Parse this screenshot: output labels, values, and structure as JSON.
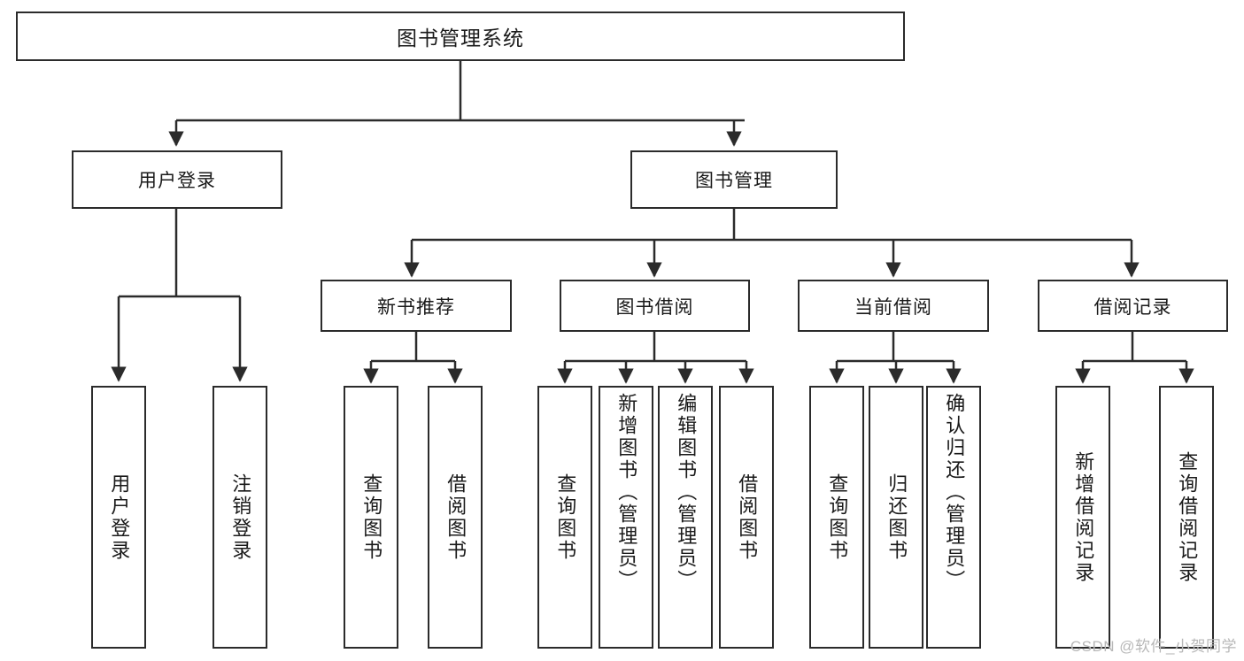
{
  "diagram": {
    "title": "图书管理系统",
    "type": "tree",
    "background": "#ffffff",
    "line_color": "#2b2b2b",
    "box_border_color": "#2b2b2b",
    "box_fill": "#ffffff",
    "text_color": "#1a1a1a"
  },
  "root": {
    "label": "图书管理系统"
  },
  "level1": [
    {
      "label": "用户登录"
    },
    {
      "label": "图书管理"
    }
  ],
  "level2": [
    {
      "label": "新书推荐"
    },
    {
      "label": "图书借阅"
    },
    {
      "label": "当前借阅"
    },
    {
      "label": "借阅记录"
    }
  ],
  "leaves": {
    "user_login": [
      {
        "label": "用户登录"
      },
      {
        "label": "注销登录"
      }
    ],
    "new_book_recommend": [
      {
        "label": "查询图书"
      },
      {
        "label": "借阅图书"
      }
    ],
    "book_borrow": [
      {
        "label": "查询图书"
      },
      {
        "label": "新增图书（管理员）"
      },
      {
        "label": "编辑图书（管理员）"
      },
      {
        "label": "借阅图书"
      }
    ],
    "current_borrow": [
      {
        "label": "查询图书"
      },
      {
        "label": "归还图书"
      },
      {
        "label": "确认归还（管理员）"
      }
    ],
    "borrow_record": [
      {
        "label": "新增借阅记录"
      },
      {
        "label": "查询借阅记录"
      }
    ]
  },
  "watermark": {
    "text": "CSDN @软件_小贺同学"
  }
}
